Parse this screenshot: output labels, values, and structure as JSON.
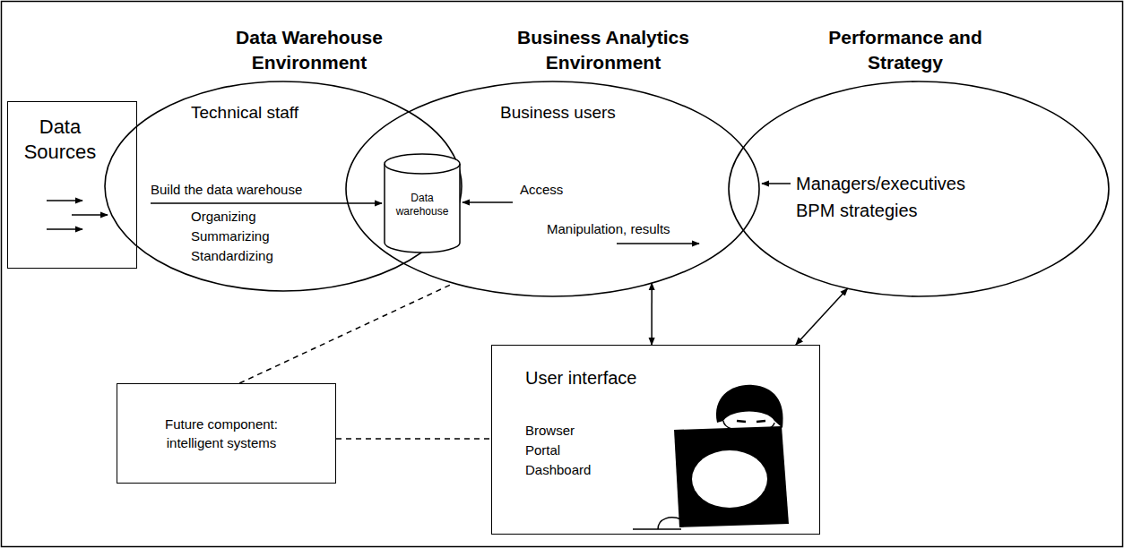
{
  "diagram": {
    "nodes": [
      {
        "text": [
          "Data Sources"
        ]
      },
      {
        "text": [
          "Data Warehouse Environment",
          "Technical staff"
        ]
      },
      {
        "text": [
          "Business Analytics Environment",
          "Business users"
        ]
      },
      {
        "text": [
          "Performance and Strategy",
          "Managers/executives BPM strategies"
        ]
      },
      {
        "text": [
          "Data warehouse"
        ]
      },
      {
        "text": [
          "Future component: intelligent systems"
        ]
      },
      {
        "text": [
          "User interface",
          "Browser Portal Dashboard"
        ]
      }
    ],
    "edges": [
      {
        "from": 2,
        "to": 6,
        "arrow": "both"
      },
      {
        "from": 3,
        "to": 6,
        "arrow": "both"
      },
      {
        "from": 5,
        "to": 6,
        "arrow": "none"
      },
      {
        "from": 5,
        "to": 2,
        "arrow": "none"
      }
    ],
    "labels": [
      "Build the data warehouse",
      "Organizing Summarizing Standardizing",
      "Access",
      "Manipulation, results"
    ]
  }
}
